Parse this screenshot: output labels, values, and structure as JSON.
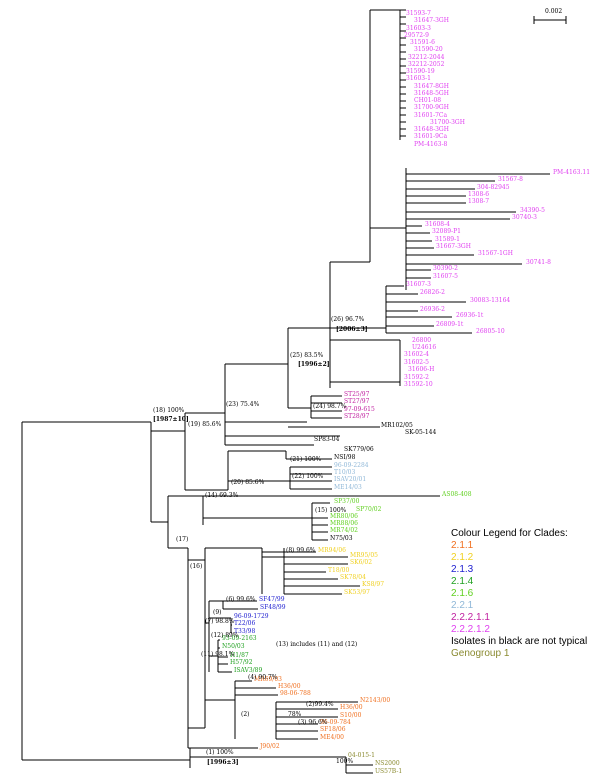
{
  "scale_bar_label": "0.002",
  "legend": {
    "title": "Colour Legend for Clades:",
    "entries": [
      {
        "label": "2.1.1",
        "color": "#f07020"
      },
      {
        "label": "2.1.2",
        "color": "#f0d020"
      },
      {
        "label": "2.1.3",
        "color": "#2020d0"
      },
      {
        "label": "2.1.4",
        "color": "#20a020"
      },
      {
        "label": "2.1.6",
        "color": "#60d020"
      },
      {
        "label": "2.2.1",
        "color": "#90b8d8"
      },
      {
        "label": "2.2.2.1.1",
        "color": "#c020a0"
      },
      {
        "label": "2.2.2.1.2",
        "color": "#e040f0"
      }
    ],
    "note": "Isolates in black are not typical",
    "genogroup": {
      "label": "Genogroup 1",
      "color": "#8a8a30"
    }
  },
  "node_labels": [
    "(18) 100%",
    "[1987±10]",
    "(19) 85.6%",
    "(23) 75.4%",
    "(25) 83.5%",
    "[1996±2]",
    "(26) 96.7%",
    "[2006±3]",
    "(24) 98.7%",
    "(21) 100%",
    "(22) 100%",
    "(20) 85.6%",
    "(14) 69.3%",
    "(15) 100%",
    "(17)",
    "(16)",
    "(8) 99.6%",
    "(6) 99.6%",
    "(9)",
    "(7) 98.8%",
    "(12) 89%",
    "(11) 98.1%",
    "(13) includes (11) and (12)",
    "(4) 90.7%",
    "(2)",
    "(2)99.4%",
    "78%",
    "(3) 96.6%",
    "(1) 100%",
    "[1996±3]",
    "100%"
  ],
  "leaves": [
    {
      "label": "31593-7",
      "color": "#e040f0"
    },
    {
      "label": "31647-3GH",
      "color": "#e040f0"
    },
    {
      "label": "31603-3",
      "color": "#e040f0"
    },
    {
      "label": "29572-9",
      "color": "#e040f0"
    },
    {
      "label": "31591-6",
      "color": "#e040f0"
    },
    {
      "label": "31590-20",
      "color": "#e040f0"
    },
    {
      "label": "32212-2044",
      "color": "#e040f0"
    },
    {
      "label": "32212-2052",
      "color": "#e040f0"
    },
    {
      "label": "31590-19",
      "color": "#e040f0"
    },
    {
      "label": "31603-1",
      "color": "#e040f0"
    },
    {
      "label": "31647-8GH",
      "color": "#e040f0"
    },
    {
      "label": "31648-5GH",
      "color": "#e040f0"
    },
    {
      "label": "CH01-08",
      "color": "#e040f0"
    },
    {
      "label": "31700-9GH",
      "color": "#e040f0"
    },
    {
      "label": "31601-7Ca",
      "color": "#e040f0"
    },
    {
      "label": "31700-3GH",
      "color": "#e040f0"
    },
    {
      "label": "31648-3GH",
      "color": "#e040f0"
    },
    {
      "label": "31601-9Ca",
      "color": "#e040f0"
    },
    {
      "label": "PM-4163-8",
      "color": "#e040f0"
    },
    {
      "label": "PM-4163.11",
      "color": "#e040f0"
    },
    {
      "label": "31567-8",
      "color": "#e040f0"
    },
    {
      "label": "304-82945",
      "color": "#e040f0"
    },
    {
      "label": "1308-6",
      "color": "#e040f0"
    },
    {
      "label": "1308-7",
      "color": "#e040f0"
    },
    {
      "label": "34390-5",
      "color": "#e040f0"
    },
    {
      "label": "30740-3",
      "color": "#e040f0"
    },
    {
      "label": "31608-4",
      "color": "#e040f0"
    },
    {
      "label": "32089-P1",
      "color": "#e040f0"
    },
    {
      "label": "31589-1",
      "color": "#e040f0"
    },
    {
      "label": "31667-3GH",
      "color": "#e040f0"
    },
    {
      "label": "31567-1GH",
      "color": "#e040f0"
    },
    {
      "label": "30741-8",
      "color": "#e040f0"
    },
    {
      "label": "30390-2",
      "color": "#e040f0"
    },
    {
      "label": "31607-5",
      "color": "#e040f0"
    },
    {
      "label": "31607-3",
      "color": "#e040f0"
    },
    {
      "label": "26826-2",
      "color": "#e040f0"
    },
    {
      "label": "30083-13164",
      "color": "#e040f0"
    },
    {
      "label": "26936-2",
      "color": "#e040f0"
    },
    {
      "label": "26936-1t",
      "color": "#e040f0"
    },
    {
      "label": "26809-1t",
      "color": "#e040f0"
    },
    {
      "label": "26805-10",
      "color": "#e040f0"
    },
    {
      "label": "26800",
      "color": "#e040f0"
    },
    {
      "label": "U24616",
      "color": "#e040f0"
    },
    {
      "label": "31602-4",
      "color": "#e040f0"
    },
    {
      "label": "31602-5",
      "color": "#e040f0"
    },
    {
      "label": "31606-H",
      "color": "#e040f0"
    },
    {
      "label": "31592-2",
      "color": "#e040f0"
    },
    {
      "label": "31592-10",
      "color": "#e040f0"
    },
    {
      "label": "ST25/97",
      "color": "#c020a0"
    },
    {
      "label": "ST27/97",
      "color": "#c020a0"
    },
    {
      "label": "97-09-615",
      "color": "#c020a0"
    },
    {
      "label": "ST28/97",
      "color": "#c020a0"
    },
    {
      "label": "MR102/05",
      "color": "#000000"
    },
    {
      "label": "SK-05-144",
      "color": "#000000"
    },
    {
      "label": "SP83-04",
      "color": "#000000"
    },
    {
      "label": "SK779/06",
      "color": "#000000"
    },
    {
      "label": "NSI/98",
      "color": "#000000"
    },
    {
      "label": "96-09-2284",
      "color": "#90b8d8"
    },
    {
      "label": "T10/03",
      "color": "#90b8d8"
    },
    {
      "label": "ISAV20/01",
      "color": "#90b8d8"
    },
    {
      "label": "ME14/03",
      "color": "#90b8d8"
    },
    {
      "label": "AS08-408",
      "color": "#60d020"
    },
    {
      "label": "SP37/00",
      "color": "#60d020"
    },
    {
      "label": "SP70/02",
      "color": "#60d020"
    },
    {
      "label": "MR80/06",
      "color": "#60d020"
    },
    {
      "label": "MR88/06",
      "color": "#60d020"
    },
    {
      "label": "MR74/02",
      "color": "#60d020"
    },
    {
      "label": "N75/03",
      "color": "#000000"
    },
    {
      "label": "MR94/06",
      "color": "#f0d020"
    },
    {
      "label": "MR95/05",
      "color": "#f0d020"
    },
    {
      "label": "SK6/02",
      "color": "#f0d020"
    },
    {
      "label": "T18/00",
      "color": "#f0d020"
    },
    {
      "label": "SK78/04",
      "color": "#f0d020"
    },
    {
      "label": "KS8/97",
      "color": "#f0d020"
    },
    {
      "label": "SK53/97",
      "color": "#f0d020"
    },
    {
      "label": "SF47/99",
      "color": "#2020d0"
    },
    {
      "label": "SF48/99",
      "color": "#2020d0"
    },
    {
      "label": "96-09-1729",
      "color": "#2020d0"
    },
    {
      "label": "T22/06",
      "color": "#2020d0"
    },
    {
      "label": "T33/98",
      "color": "#2020d0"
    },
    {
      "label": "93-09-2163",
      "color": "#20a020"
    },
    {
      "label": "N50/03",
      "color": "#20a020"
    },
    {
      "label": "H1/87",
      "color": "#20a020"
    },
    {
      "label": "H57/92",
      "color": "#20a020"
    },
    {
      "label": "ISAV3/89",
      "color": "#20a020"
    },
    {
      "label": "MR69/03",
      "color": "#f07020"
    },
    {
      "label": "H36/00",
      "color": "#f07020"
    },
    {
      "label": "98-06-788",
      "color": "#f07020"
    },
    {
      "label": "N2143/00",
      "color": "#f07020"
    },
    {
      "label": "H36/00",
      "color": "#f07020"
    },
    {
      "label": "S10/00",
      "color": "#f07020"
    },
    {
      "label": "96-09-784",
      "color": "#f07020"
    },
    {
      "label": "SF18/06",
      "color": "#f07020"
    },
    {
      "label": "ME4/00",
      "color": "#f07020"
    },
    {
      "label": "J90/02",
      "color": "#f07020"
    },
    {
      "label": "04-015-1",
      "color": "#8a8a30"
    },
    {
      "label": "NS2000",
      "color": "#8a8a30"
    },
    {
      "label": "US57B-1",
      "color": "#8a8a30"
    }
  ]
}
